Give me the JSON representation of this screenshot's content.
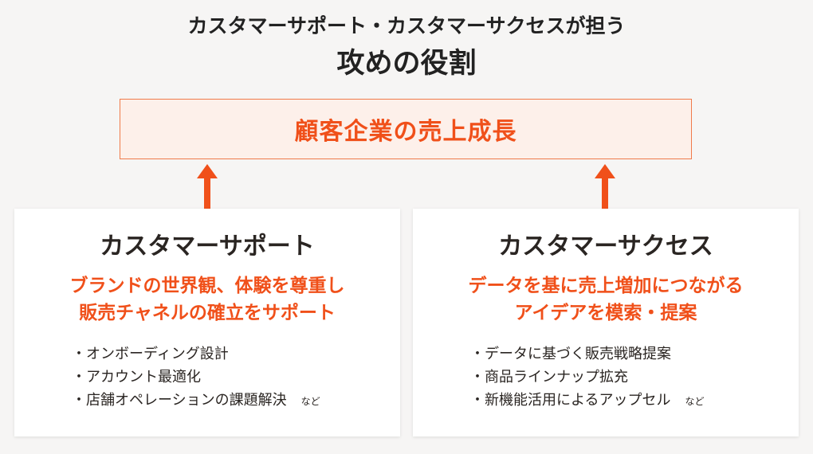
{
  "title": {
    "line1": "カスタマーサポート・カスタマーサクセスが担う",
    "line2": "攻めの役割"
  },
  "goal": {
    "text": "顧客企業の売上成長"
  },
  "colors": {
    "accent": "#f0501a",
    "goal_border": "#f07a4a",
    "goal_background": "#fdf0ea",
    "background": "#f6f5f4",
    "card_background": "#ffffff"
  },
  "support": {
    "heading": "カスタマーサポート",
    "subtitle_line1": "ブランドの世界観、体験を尊重し",
    "subtitle_line2": "販売チャネルの確立をサポート",
    "items": [
      "オンボーディング設計",
      "アカウント最適化",
      "店舗オペレーションの課題解決"
    ],
    "etc": "など"
  },
  "success": {
    "heading": "カスタマーサクセス",
    "subtitle_line1": "データを基に売上増加につながる",
    "subtitle_line2": "アイデアを模索・提案",
    "items": [
      "データに基づく販売戦略提案",
      "商品ラインナップ拡充",
      "新機能活用によるアップセル"
    ],
    "etc": "など"
  },
  "icons": {
    "arrow": "arrow-up-icon"
  }
}
